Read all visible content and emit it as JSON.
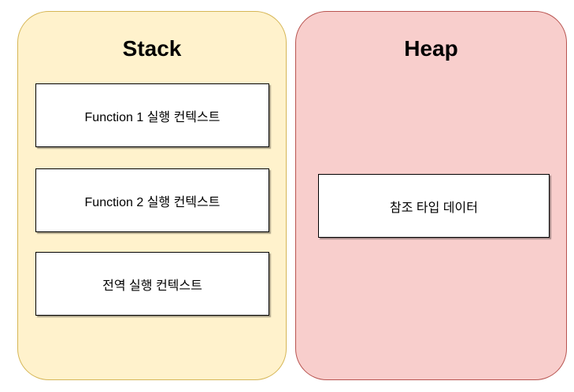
{
  "diagram": {
    "title_note": "JavaScript memory model diagram",
    "stack": {
      "title": "Stack",
      "fill_color": "#FFF2CC",
      "border_color": "#D6B656",
      "frames": [
        {
          "label": "Function 1 실행 컨텍스트"
        },
        {
          "label": "Function 2 실행 컨텍스트"
        },
        {
          "label": "전역 실행 컨텍스트"
        }
      ]
    },
    "heap": {
      "title": "Heap",
      "fill_color": "#F8CECC",
      "border_color": "#B85450",
      "items": [
        {
          "label": "참조 타입 데이터"
        }
      ]
    },
    "node_style": {
      "fill_color": "#FFFFFF",
      "border_color": "#000000",
      "text_color": "#000000"
    }
  }
}
